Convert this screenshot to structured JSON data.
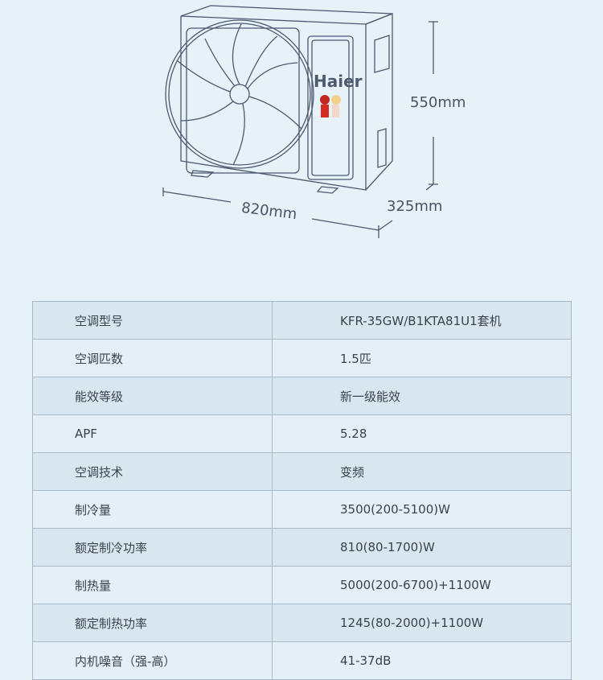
{
  "product": {
    "brand_logo": "Haier",
    "dimensions": {
      "height": "550mm",
      "width": "820mm",
      "depth": "325mm"
    }
  },
  "specs": [
    {
      "label": "空调型号",
      "value": "KFR-35GW/B1KTA81U1套机"
    },
    {
      "label": "空调匹数",
      "value": "1.5匹"
    },
    {
      "label": "能效等级",
      "value": "新一级能效"
    },
    {
      "label": "APF",
      "value": "5.28"
    },
    {
      "label": "空调技术",
      "value": "变频"
    },
    {
      "label": "制冷量",
      "value": "3500(200-5100)W"
    },
    {
      "label": "额定制冷功率",
      "value": "810(80-1700)W"
    },
    {
      "label": "制热量",
      "value": "5000(200-6700)+1100W"
    },
    {
      "label": "额定制热功率",
      "value": "1245(80-2000)+1100W"
    },
    {
      "label": "内机噪音（强-高）",
      "value": "41-37dB"
    }
  ]
}
